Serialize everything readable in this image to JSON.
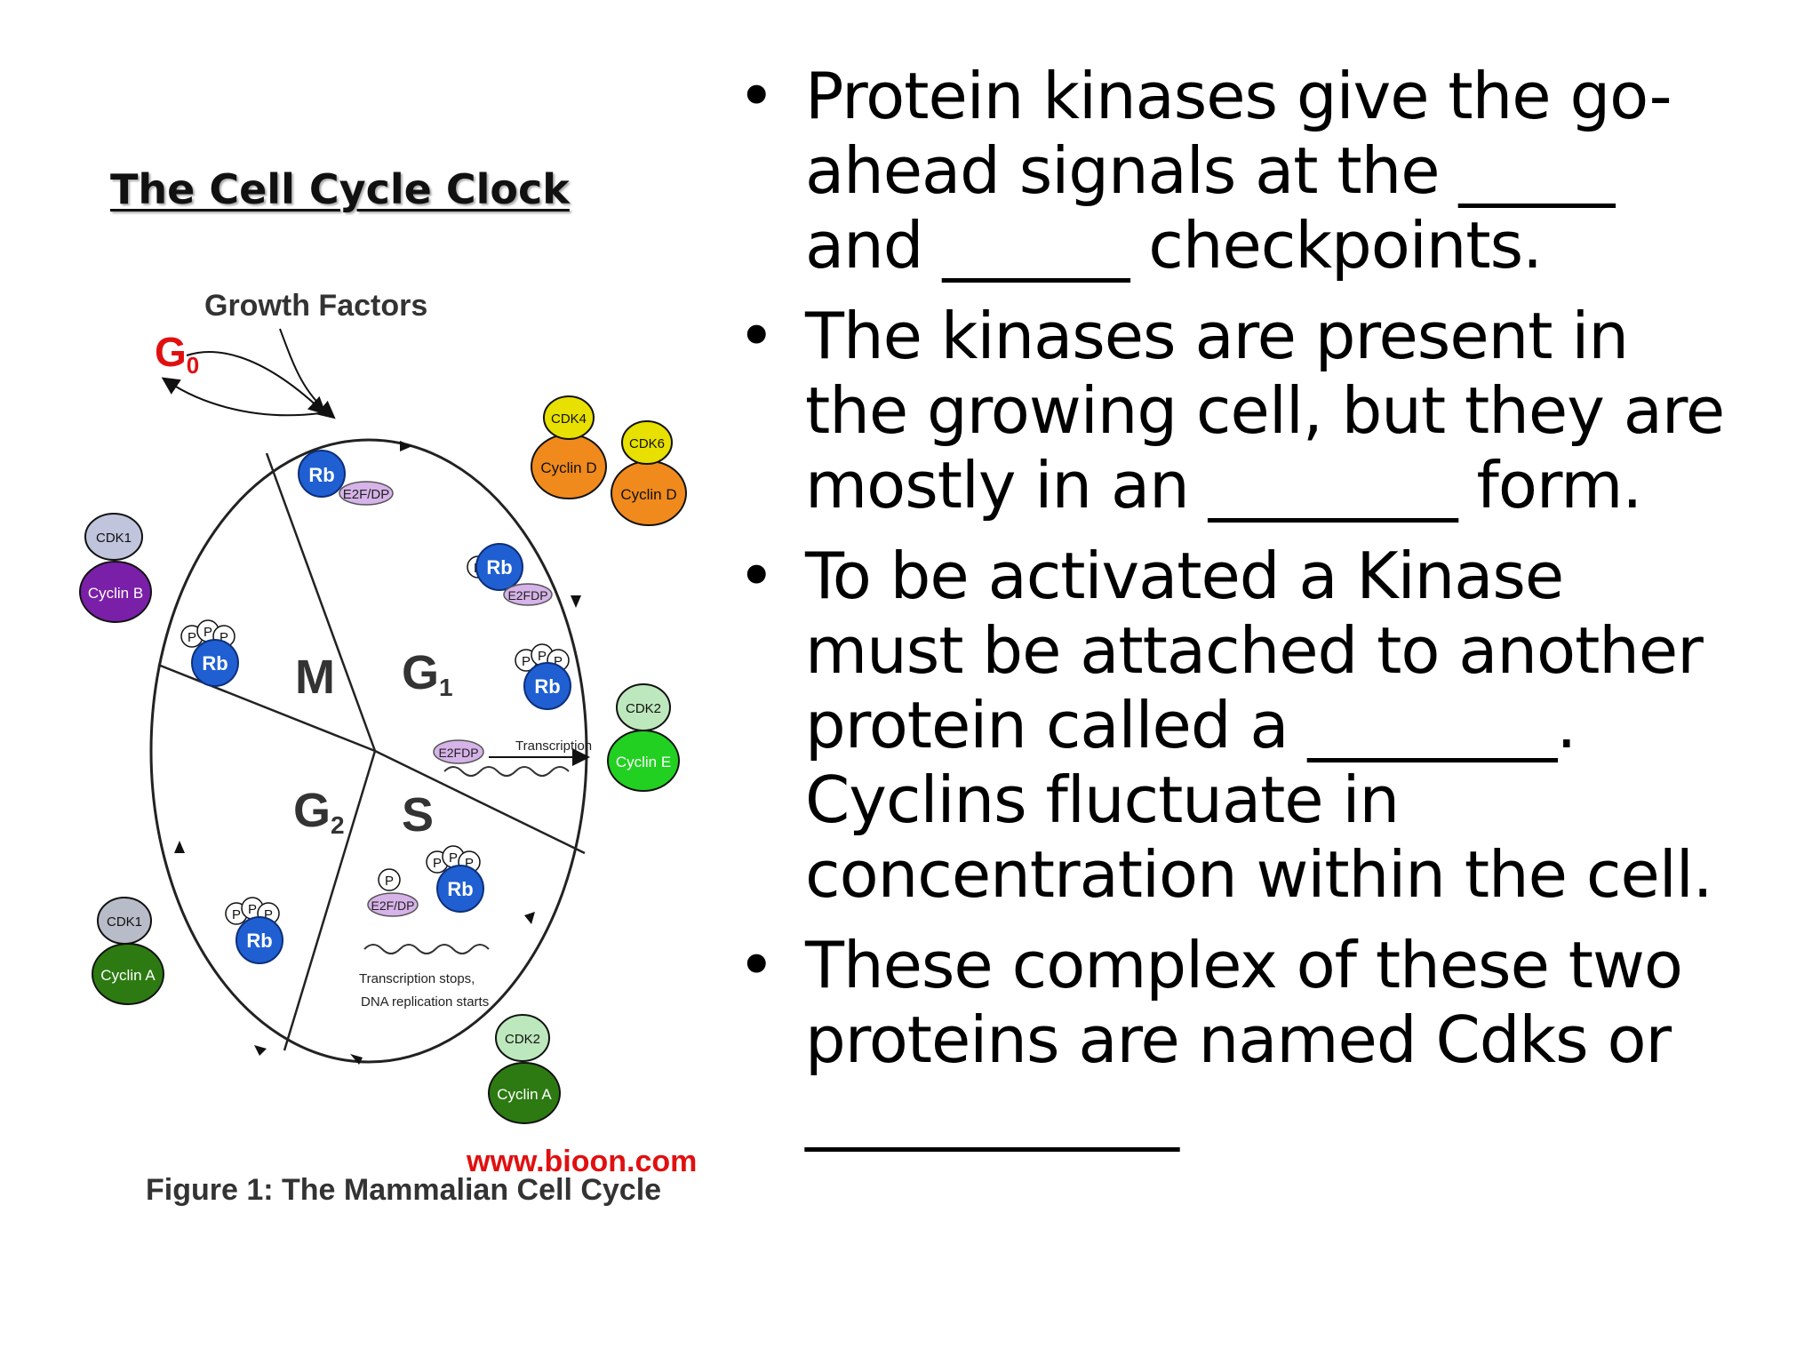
{
  "slide": {
    "title": "The Cell Cycle Clock",
    "bullets": [
      "Protein kinases give the go-\nahead signals at the _____\nand ______ checkpoints.",
      "The kinases are present in\nthe growing cell, but they are\nmostly in an ________ form.",
      "To be activated a Kinase\nmust be attached to another\nprotein called a ________.\nCyclins fluctuate in\nconcentration within the cell.",
      "These complex of these two\nproteins are named Cdks or\n____________"
    ],
    "bullet_glyph": "•"
  },
  "figure": {
    "growth_factors": "Growth Factors",
    "g0": "G",
    "g0_sub": "0",
    "phase_m": "M",
    "phase_g1": "G",
    "phase_g1_sub": "1",
    "phase_g2": "G",
    "phase_g2_sub": "2",
    "phase_s": "S",
    "rb": "Rb",
    "p": "P",
    "e2fdp_a": "E2F/DP",
    "e2fdp_b": "E2FDP",
    "transcription": "Transcription",
    "transcription_stops_1": "Transcription stops,",
    "transcription_stops_2": "DNA replication starts",
    "cdk4": "CDK4",
    "cdk6": "CDK6",
    "cdk2": "CDK2",
    "cdk1": "CDK1",
    "cyclin_d": "Cyclin D",
    "cyclin_e": "Cyclin E",
    "cyclin_a": "Cyclin A",
    "cyclin_b": "Cyclin B",
    "watermark": "www.bioon.com",
    "caption": "Figure 1: The Mammalian Cell Cycle",
    "colors": {
      "rb_blue": "#1f5fd1",
      "e2f_purple": "#d6b3e8",
      "cdk4_yellow": "#e8e000",
      "cyclin_d_orange": "#f08a1c",
      "cdk_gray": "#c0c4dc",
      "cyclin_b_purple": "#7a1fa8",
      "cyclin_e_green": "#22d022",
      "cdk2_lightgreen": "#bde8bd",
      "cyclin_a_darkgreen": "#2d7a12",
      "cdk1_gray": "#b8bcc8",
      "watermark_red": "#e01010",
      "g0_red": "#e01010"
    }
  }
}
